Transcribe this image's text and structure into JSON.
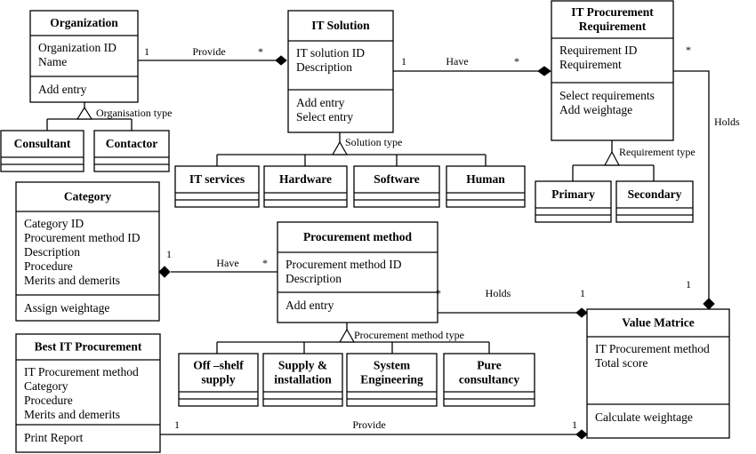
{
  "classes": {
    "organization": {
      "title": [
        "Organization"
      ],
      "attributes": [
        "Organization ID",
        "Name"
      ],
      "methods": [
        "Add entry"
      ]
    },
    "it_solution": {
      "title": [
        "IT Solution"
      ],
      "attributes": [
        "IT solution ID",
        "Description"
      ],
      "methods": [
        "Add entry",
        "Select entry"
      ]
    },
    "it_procurement_requirement": {
      "title": [
        "IT Procurement",
        "Requirement"
      ],
      "attributes": [
        "Requirement ID",
        "Requirement"
      ],
      "methods": [
        "Select requirements",
        "Add weightage"
      ]
    },
    "consultant": {
      "title": [
        "Consultant"
      ]
    },
    "contactor": {
      "title": [
        "Contactor"
      ]
    },
    "it_services": {
      "title": [
        "IT services"
      ]
    },
    "hardware": {
      "title": [
        "Hardware"
      ]
    },
    "software": {
      "title": [
        "Software"
      ]
    },
    "human": {
      "title": [
        "Human"
      ]
    },
    "primary": {
      "title": [
        "Primary"
      ]
    },
    "secondary": {
      "title": [
        "Secondary"
      ]
    },
    "category": {
      "title": [
        "Category"
      ],
      "attributes": [
        "Category ID",
        "Procurement method ID",
        "Description",
        "Procedure",
        "Merits and demerits"
      ],
      "methods": [
        "Assign weightage"
      ]
    },
    "procurement_method": {
      "title": [
        "Procurement method"
      ],
      "attributes": [
        "Procurement method ID",
        "Description"
      ],
      "methods": [
        "Add entry"
      ]
    },
    "value_matrice": {
      "title": [
        "Value Matrice"
      ],
      "attributes": [
        "IT Procurement method",
        "Total score"
      ],
      "methods": [
        "Calculate weightage"
      ]
    },
    "best_it_procurement": {
      "title": [
        "Best IT Procurement"
      ],
      "attributes": [
        "IT Procurement method",
        "Category",
        "Procedure",
        "Merits and demerits"
      ],
      "methods": [
        "Print Report"
      ]
    },
    "off_shelf_supply": {
      "title": [
        "Off –shelf",
        "supply"
      ]
    },
    "supply_installation": {
      "title": [
        "Supply &",
        "installation"
      ]
    },
    "system_engineering": {
      "title": [
        "System",
        "Engineering"
      ]
    },
    "pure_consultancy": {
      "title": [
        "Pure",
        "consultancy"
      ]
    }
  },
  "associations": {
    "org_solution": {
      "name": "Provide",
      "mult_from": "1",
      "mult_to": "*"
    },
    "solution_requirement": {
      "name": "Have",
      "mult_from": "1",
      "mult_to": "*"
    },
    "requirement_value": {
      "name": "Holds",
      "mult_from": "*",
      "mult_to": "1"
    },
    "category_method": {
      "name": "Have",
      "mult_from": "1",
      "mult_to": "*"
    },
    "method_value": {
      "name": "Holds",
      "mult_from": "*",
      "mult_to": "1"
    },
    "best_value": {
      "name": "Provide",
      "mult_from": "1",
      "mult_to": "1"
    }
  },
  "generalizations": {
    "organisation_type": "Organisation type",
    "solution_type": "Solution type",
    "requirement_type": "Requirement type",
    "procurement_method_type": "Procurement method type"
  }
}
